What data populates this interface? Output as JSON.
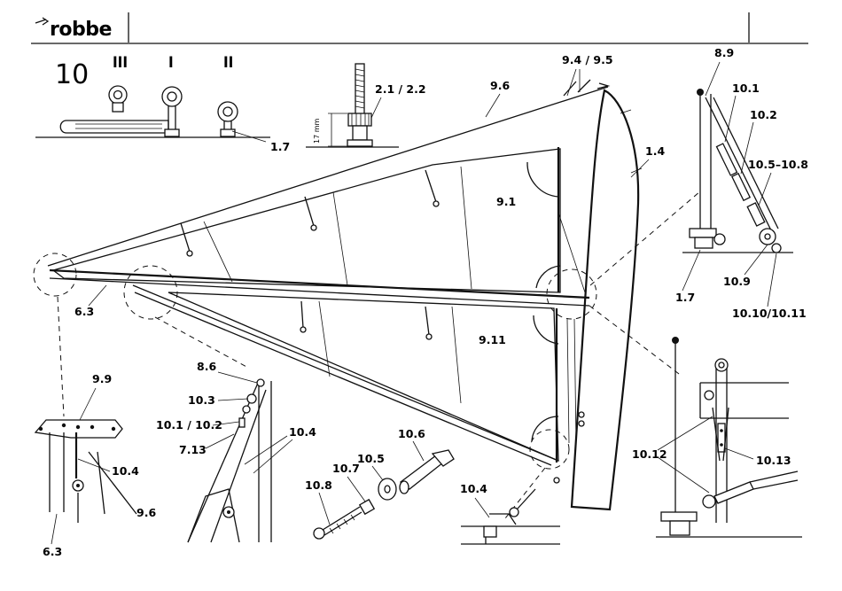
{
  "header": {
    "brand": "robbe"
  },
  "step_number": "10",
  "eyebolt_variants": [
    "III",
    "I",
    "II"
  ],
  "callouts": {
    "eyebolt_nut": "1.7",
    "screw": "2.1 / 2.2",
    "dimension": "17 mm",
    "rig_top": "9.4 / 9.5",
    "leech_line": "9.6",
    "hull": "1.4",
    "upper_sail": "9.1",
    "lower_sail": "9.11",
    "boom": "6.3",
    "mast_top": "8.9",
    "fitting_a": "10.1",
    "fitting_b": "10.2",
    "turnbuckle": "10.5–10.8",
    "base_nut": "1.7",
    "deck_eye": "10.9",
    "deck_parts": "10.10/10.11",
    "boom_end_bracket": "9.9",
    "bracket_line": "10.4",
    "boom_bottom": "6.3",
    "bracket_line_2": "9.6",
    "mast_ring": "8.6",
    "clamp": "10.3",
    "clamp_parts": "10.1 / 10.2",
    "ring_ref": "7.13",
    "line_ref": "10.4",
    "screw_part": "10.8",
    "nut_part": "10.7",
    "washer_part": "10.5",
    "fork_part": "10.6",
    "deck_line": "10.4",
    "hinge_parts": "10.12",
    "hinge_link": "10.13"
  }
}
